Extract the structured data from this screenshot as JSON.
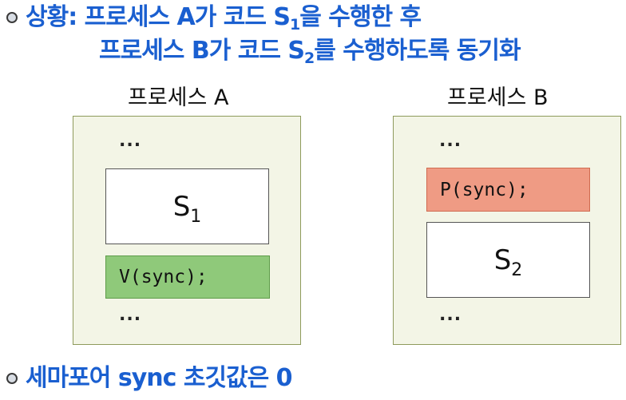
{
  "heading": {
    "line1_prefix": "상황: 프로세스 A가 코드 S",
    "line1_sub": "1",
    "line1_suffix": "을 수행한 후",
    "line2_prefix": "프로세스 B가 코드 S",
    "line2_sub": "2",
    "line2_suffix": "를 수행하도록 동기화"
  },
  "process_a": {
    "label": "프로세스 A",
    "dots_top": "...",
    "code_block": {
      "name": "S",
      "sub": "1"
    },
    "op": "V(sync);",
    "dots_bottom": "..."
  },
  "process_b": {
    "label": "프로세스 B",
    "dots_top": "...",
    "op": "P(sync);",
    "code_block": {
      "name": "S",
      "sub": "2"
    },
    "dots_bottom": "..."
  },
  "footer": {
    "text": "세마포어 sync 초깃값은 0"
  },
  "colors": {
    "heading": "#1a5fd0",
    "panel_bg": "#f3f5e6",
    "v_op": "#8fc97a",
    "p_op": "#ef9b84"
  }
}
